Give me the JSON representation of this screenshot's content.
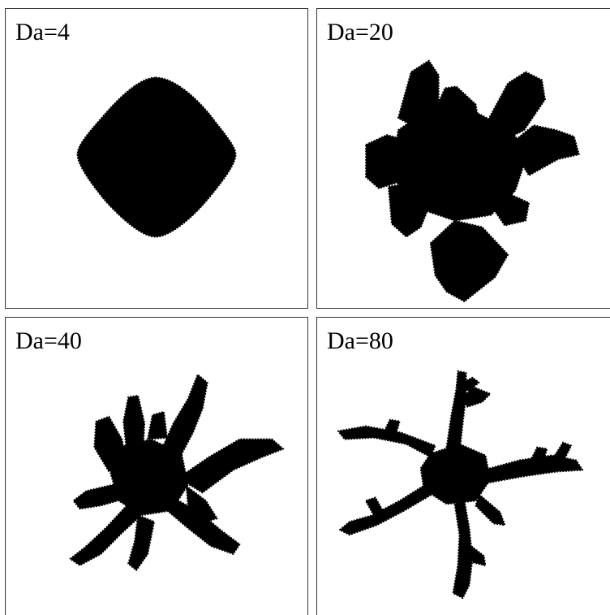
{
  "panels": [
    {
      "id": "da-4",
      "label": "Da=4",
      "damkohler": 4
    },
    {
      "id": "da-20",
      "label": "Da=20",
      "damkohler": 20
    },
    {
      "id": "da-40",
      "label": "Da=40",
      "damkohler": 40
    },
    {
      "id": "da-80",
      "label": "Da=80",
      "damkohler": 80
    }
  ],
  "colors": {
    "background": "#ffffff",
    "pattern": "#000000",
    "border": "#333333"
  }
}
